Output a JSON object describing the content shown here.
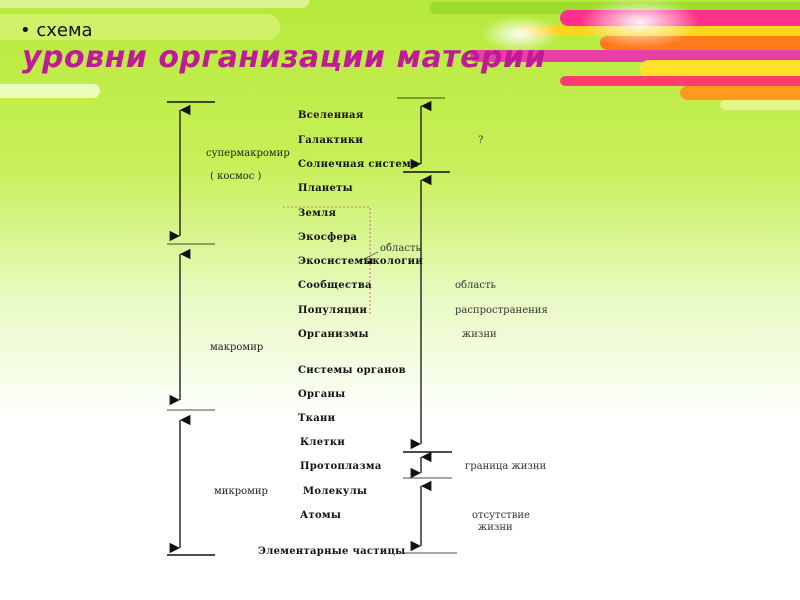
{
  "header": {
    "bullet": "•",
    "subtitle": "схема",
    "title": "уровни организации материи"
  },
  "levels": [
    "Вселенная",
    "Галактики",
    "Солнечная система",
    "Планеты",
    "Земля",
    "Экосфера",
    "Экосистемы",
    "Сообщества",
    "Популяции",
    "Организмы",
    "Системы органов",
    "Органы",
    "Ткани",
    "Клетки",
    "Протоплазма",
    "Молекулы",
    "Атомы",
    "Элементарные частицы"
  ],
  "worlds": {
    "super": "супермакромир",
    "super_sub": "( космос )",
    "macro": "макромир",
    "micro": "микромир"
  },
  "notes": {
    "question": "?",
    "ecology_1": "область",
    "ecology_2": "экологии",
    "life_1": "область",
    "life_2": "распространения",
    "life_3": "жизни",
    "border": "граница жизни",
    "absence_1": "отсутствие",
    "absence_2": "жизни"
  },
  "colors": {
    "title": "#c0199a",
    "ecology_bracket": "#d06aa0"
  }
}
